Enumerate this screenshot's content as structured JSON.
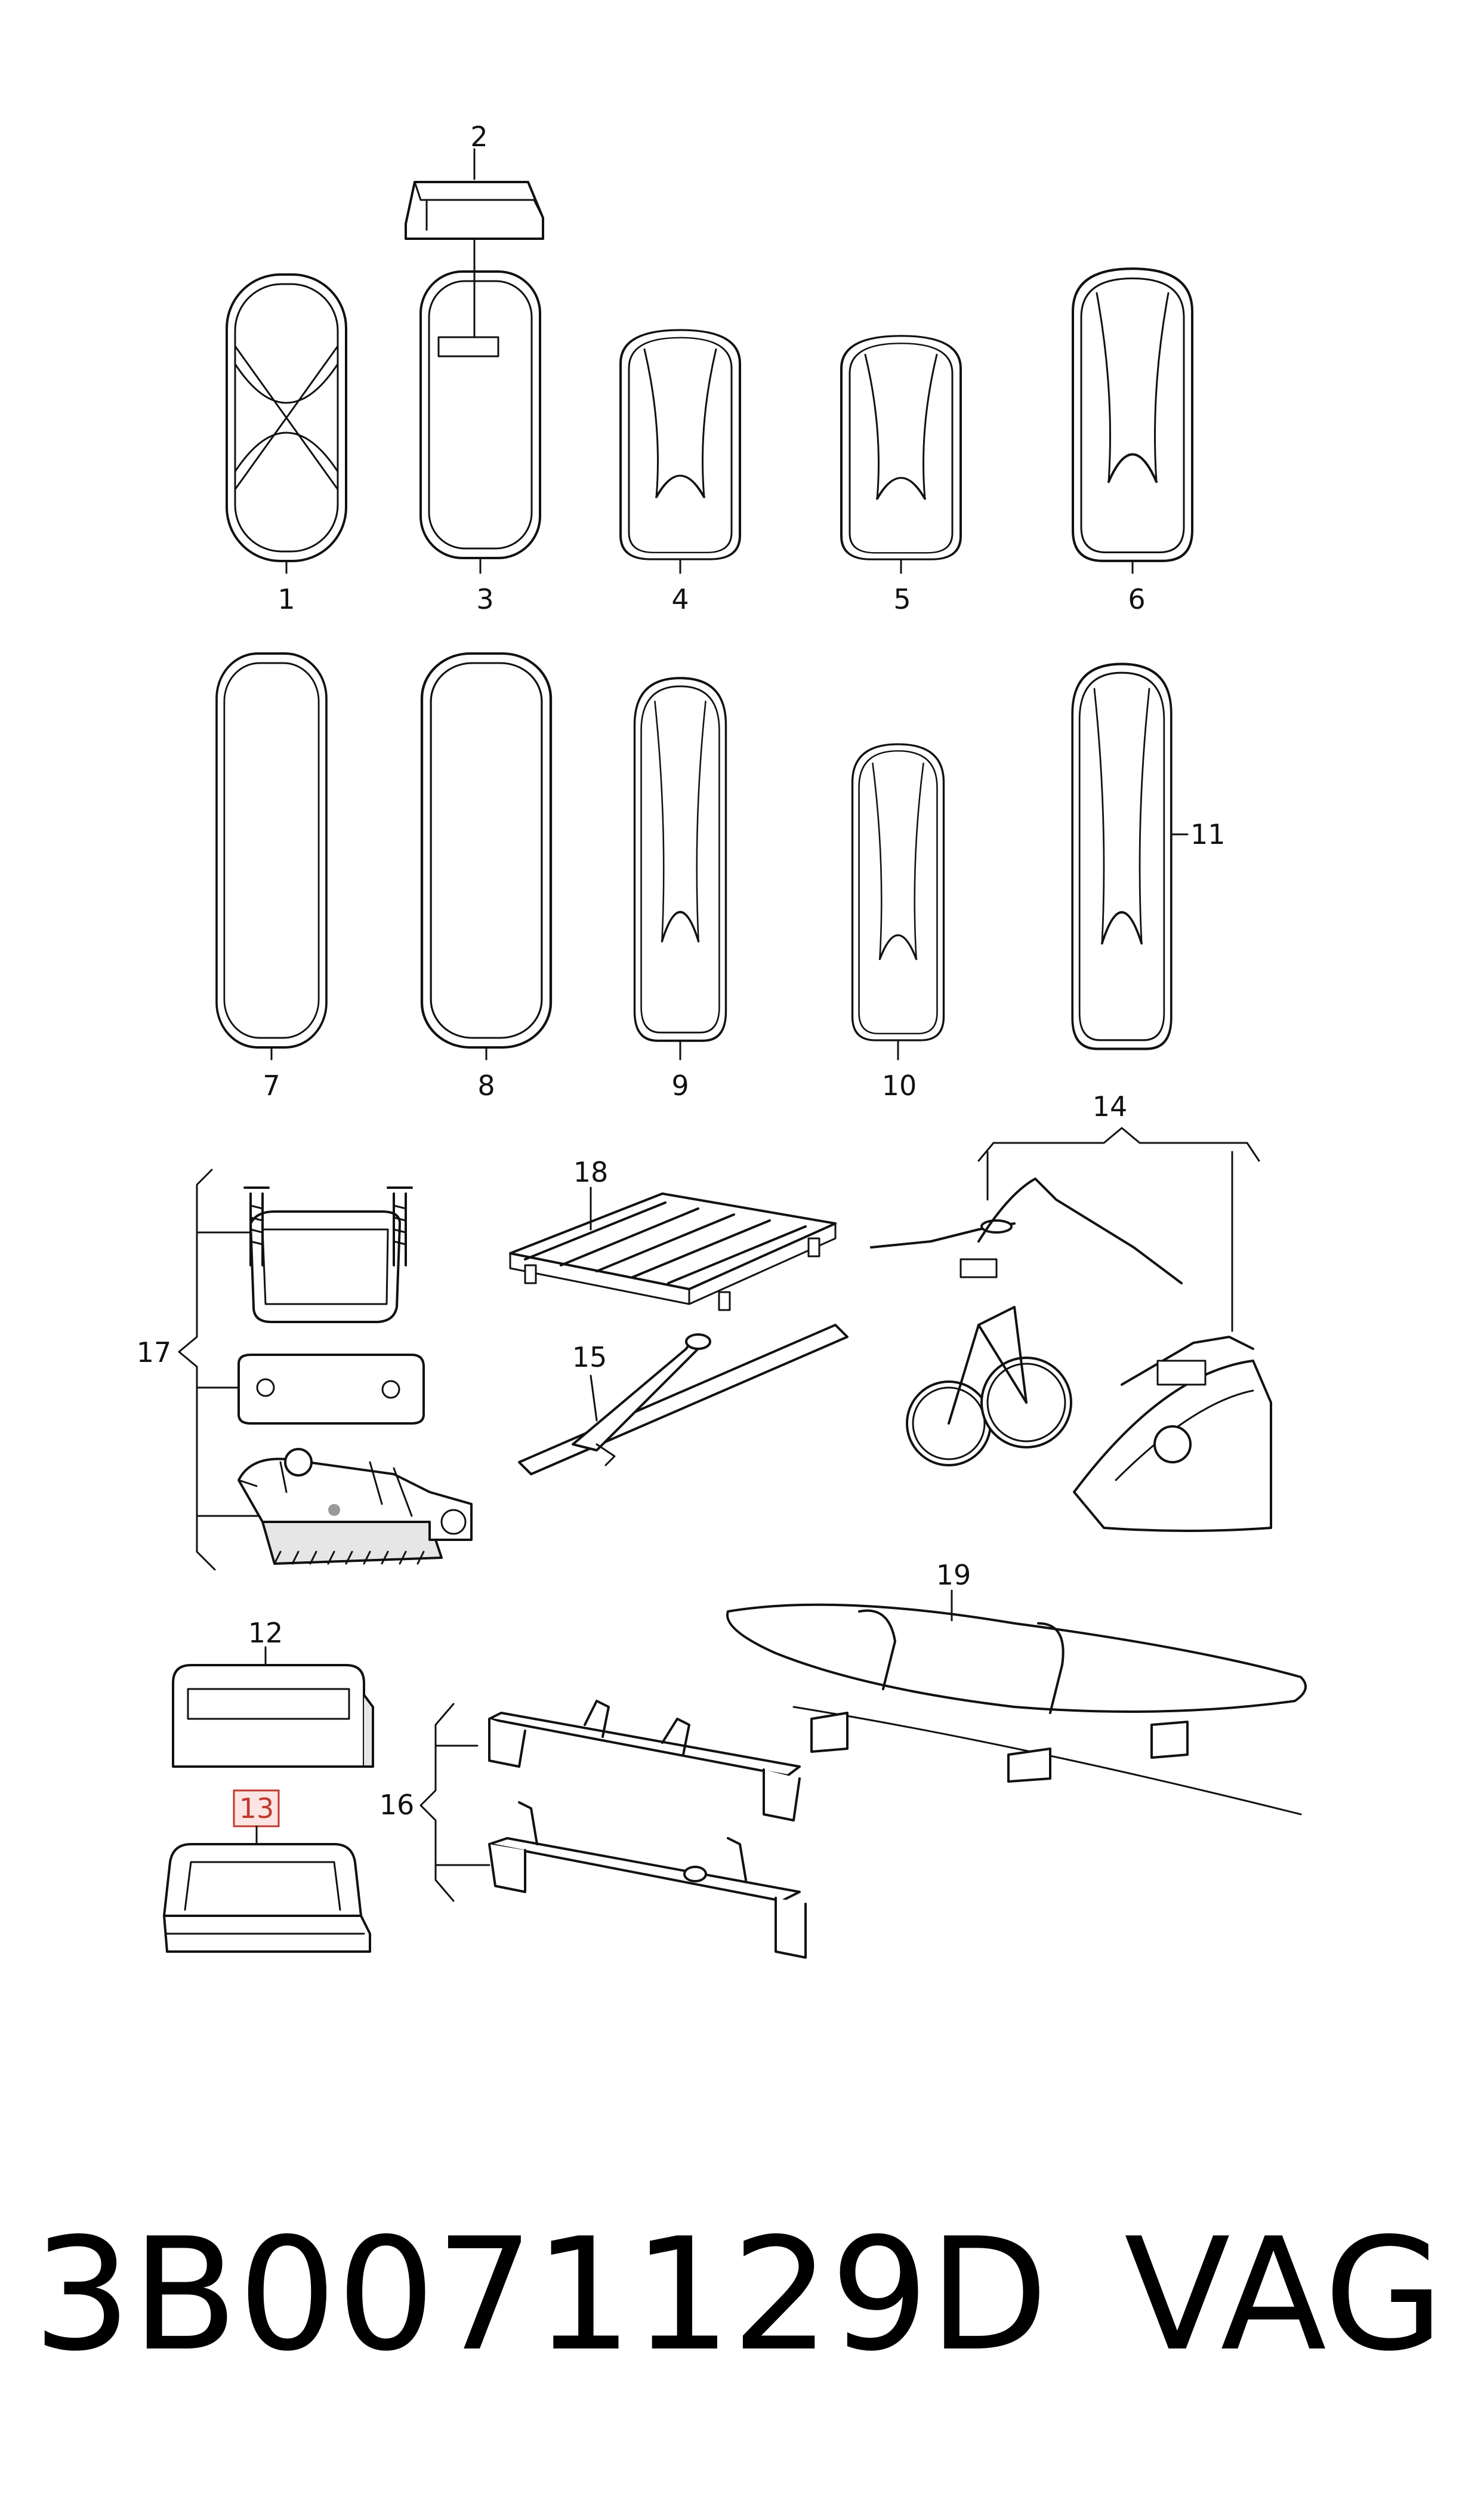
{
  "callouts": [
    {
      "id": "1",
      "text": "1"
    },
    {
      "id": "2",
      "text": "2"
    },
    {
      "id": "3",
      "text": "3"
    },
    {
      "id": "4",
      "text": "4"
    },
    {
      "id": "5",
      "text": "5"
    },
    {
      "id": "6",
      "text": "6"
    },
    {
      "id": "7",
      "text": "7"
    },
    {
      "id": "8",
      "text": "8"
    },
    {
      "id": "9",
      "text": "9"
    },
    {
      "id": "10",
      "text": "10"
    },
    {
      "id": "11",
      "text": "11"
    },
    {
      "id": "12",
      "text": "12"
    },
    {
      "id": "13",
      "text": "13",
      "highlighted": true
    },
    {
      "id": "14",
      "text": "14"
    },
    {
      "id": "15",
      "text": "15"
    },
    {
      "id": "16",
      "text": "16"
    },
    {
      "id": "17",
      "text": "17"
    },
    {
      "id": "18",
      "text": "18"
    },
    {
      "id": "19",
      "text": "19"
    }
  ],
  "footer": {
    "part_number": "3B0071129D",
    "brand": "VAG"
  },
  "colors": {
    "highlight": "#c0392b",
    "highlight_fill": "#fbe4e4",
    "ink": "#111111"
  }
}
